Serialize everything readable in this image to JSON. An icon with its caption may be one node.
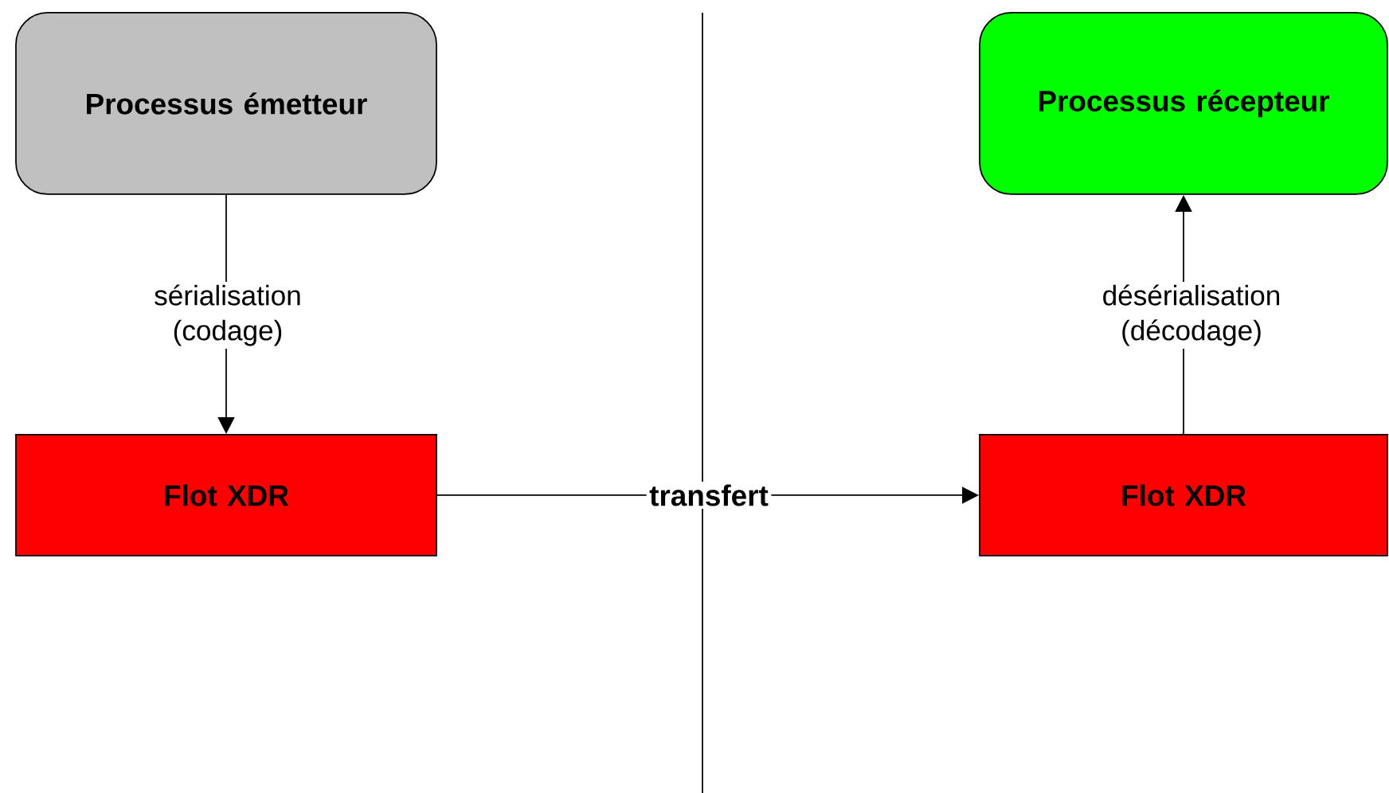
{
  "diagram": {
    "nodes": [
      {
        "text": [
          "Processus émetteur"
        ]
      },
      {
        "text": [
          "Processus récepteur"
        ]
      },
      {
        "text": [
          "Flot XDR"
        ]
      },
      {
        "text": [
          "Flot XDR"
        ]
      }
    ],
    "edges": [
      {
        "from": 0,
        "to": 2,
        "arrow": "to",
        "label": "sérialisation (codage)"
      },
      {
        "from": 3,
        "to": 1,
        "arrow": "to",
        "label": "désérialisation (décodage)"
      },
      {
        "from": 2,
        "to": 3,
        "arrow": "to",
        "label": "transfert"
      }
    ]
  }
}
